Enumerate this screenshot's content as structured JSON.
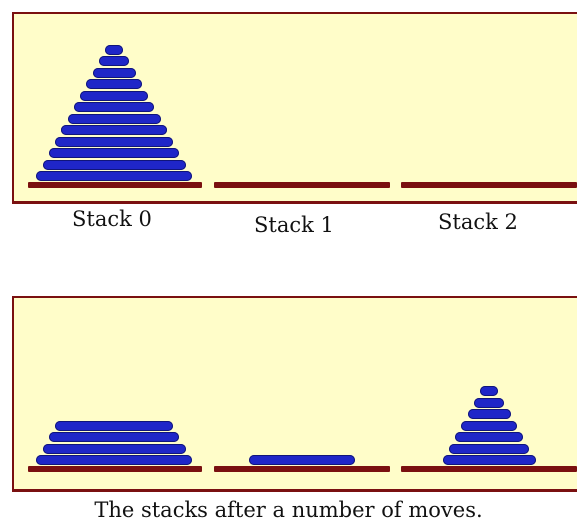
{
  "diagram": {
    "top": {
      "stack_labels": [
        "Stack 0",
        "Stack 1",
        "Stack 2"
      ],
      "stacks": [
        {
          "disks": [
            12,
            11,
            10,
            9,
            8,
            7,
            6,
            5,
            4,
            3,
            2,
            1
          ]
        },
        {
          "disks": []
        },
        {
          "disks": []
        }
      ]
    },
    "bottom": {
      "caption": "The stacks after a number of moves.",
      "stacks": [
        {
          "disks": [
            12,
            11,
            10,
            9
          ]
        },
        {
          "disks": [
            8
          ]
        },
        {
          "disks": [
            7,
            6,
            5,
            4,
            3,
            2,
            1
          ]
        }
      ]
    },
    "colors": {
      "panel_background": "#fffdc9",
      "panel_border": "#7a1010",
      "base": "#7a1010",
      "disk": "#1f26c8"
    }
  }
}
